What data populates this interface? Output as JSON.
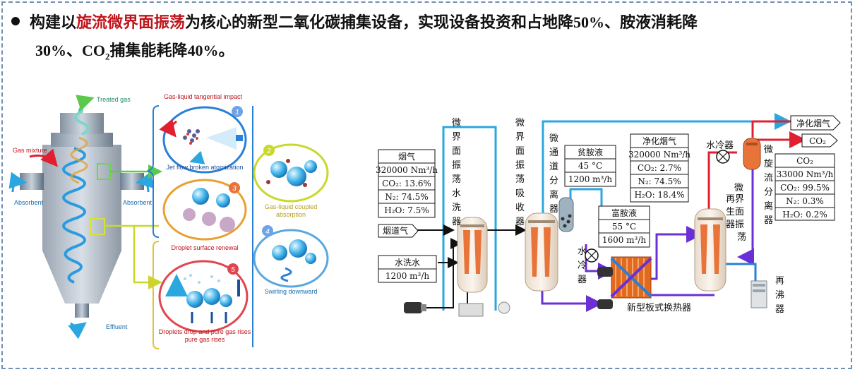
{
  "headline": {
    "part1": "构建以",
    "highlight": "旋流微界面振荡",
    "part2": "为核心的新型二氧化碳捕集设备，实现设备投资和占地降",
    "n1": "50%",
    "part3": "、胺液消耗降",
    "line2_n": "30%",
    "line2_sep": "、",
    "co": "CO",
    "sub2": "2",
    "line2_rest": "捕集能耗降",
    "n2": "40%",
    "end": "。"
  },
  "left_figure": {
    "treated_gas": "Treated gas",
    "gas_mixture": "Gas mixture",
    "absorbent_left": "Absorbent",
    "absorbent_right": "Absorbent",
    "effluent": "Effluent",
    "impact_title": "Gas-liquid tangential impact",
    "panels": [
      {
        "num": "1",
        "caption": "Jet flow broken atomization"
      },
      {
        "num": "2",
        "caption": "Gas-liquid coupled absorption"
      },
      {
        "num": "3",
        "caption": "Droplet surface renewal"
      },
      {
        "num": "4",
        "caption": "Swirling downward"
      },
      {
        "num": "5",
        "caption": "Droplets drop and pure gas rises"
      }
    ],
    "colors": {
      "gas": "#e53935",
      "liquid": "#29a3e0",
      "green": "#5cc94d",
      "yellow": "#c8d92a",
      "blue_panel": "#2a7fd6",
      "orange_panel": "#e8a032",
      "red_panel": "#e0454f"
    }
  },
  "process": {
    "flue_gas_box": {
      "title": "烟气",
      "flow": "320000 Nm³/h",
      "co2": "CO₂: 13.6%",
      "n2": "N₂: 74.5%",
      "h2o": "H₂O: 7.5%"
    },
    "flue_gas_in": "烟道气",
    "wash_water_box": {
      "title": "水洗水",
      "flow": "1200 m³/h"
    },
    "wash_tower": "微界面振荡水洗器",
    "absorber": "微界面振荡吸收器",
    "separator": "微通道分离器",
    "lean_box": {
      "title": "贫胺液",
      "temp": "45 °C",
      "flow": "1200 m³/h"
    },
    "clean_box": {
      "title": "净化烟气",
      "flow": "320000 Nm³/h",
      "co2": "CO₂: 2.7%",
      "n2": "N₂: 74.5%",
      "h2o": "H₂O: 18.4%"
    },
    "rich_box": {
      "title": "富胺液",
      "temp": "55 °C",
      "flow": "1600 m³/h"
    },
    "cooler1": "水冷器",
    "cooler2": "水冷器",
    "regenerator": "微界面再生器振荡",
    "cyclone_sep": "微旋流分离器",
    "reboiler": "再沸器",
    "heat_exchanger": "新型板式换热器",
    "out_clean": "净化烟气",
    "out_co2": "CO₂",
    "co2_box": {
      "title": "CO₂",
      "flow": "33000 Nm³/h",
      "co2": "CO₂: 99.5%",
      "n2": "N₂: 0.3%",
      "h2o": "H₂O: 0.2%"
    }
  }
}
